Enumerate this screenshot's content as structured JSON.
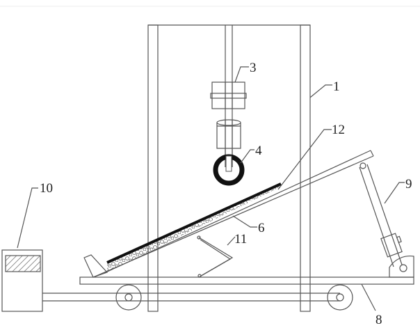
{
  "labels": {
    "frame": "1",
    "motor": "3",
    "tire": "4",
    "incline_conveyor": "6",
    "base": "8",
    "support_arm": "9",
    "control_box": "10",
    "linkage": "11",
    "belt_surface": "12"
  }
}
